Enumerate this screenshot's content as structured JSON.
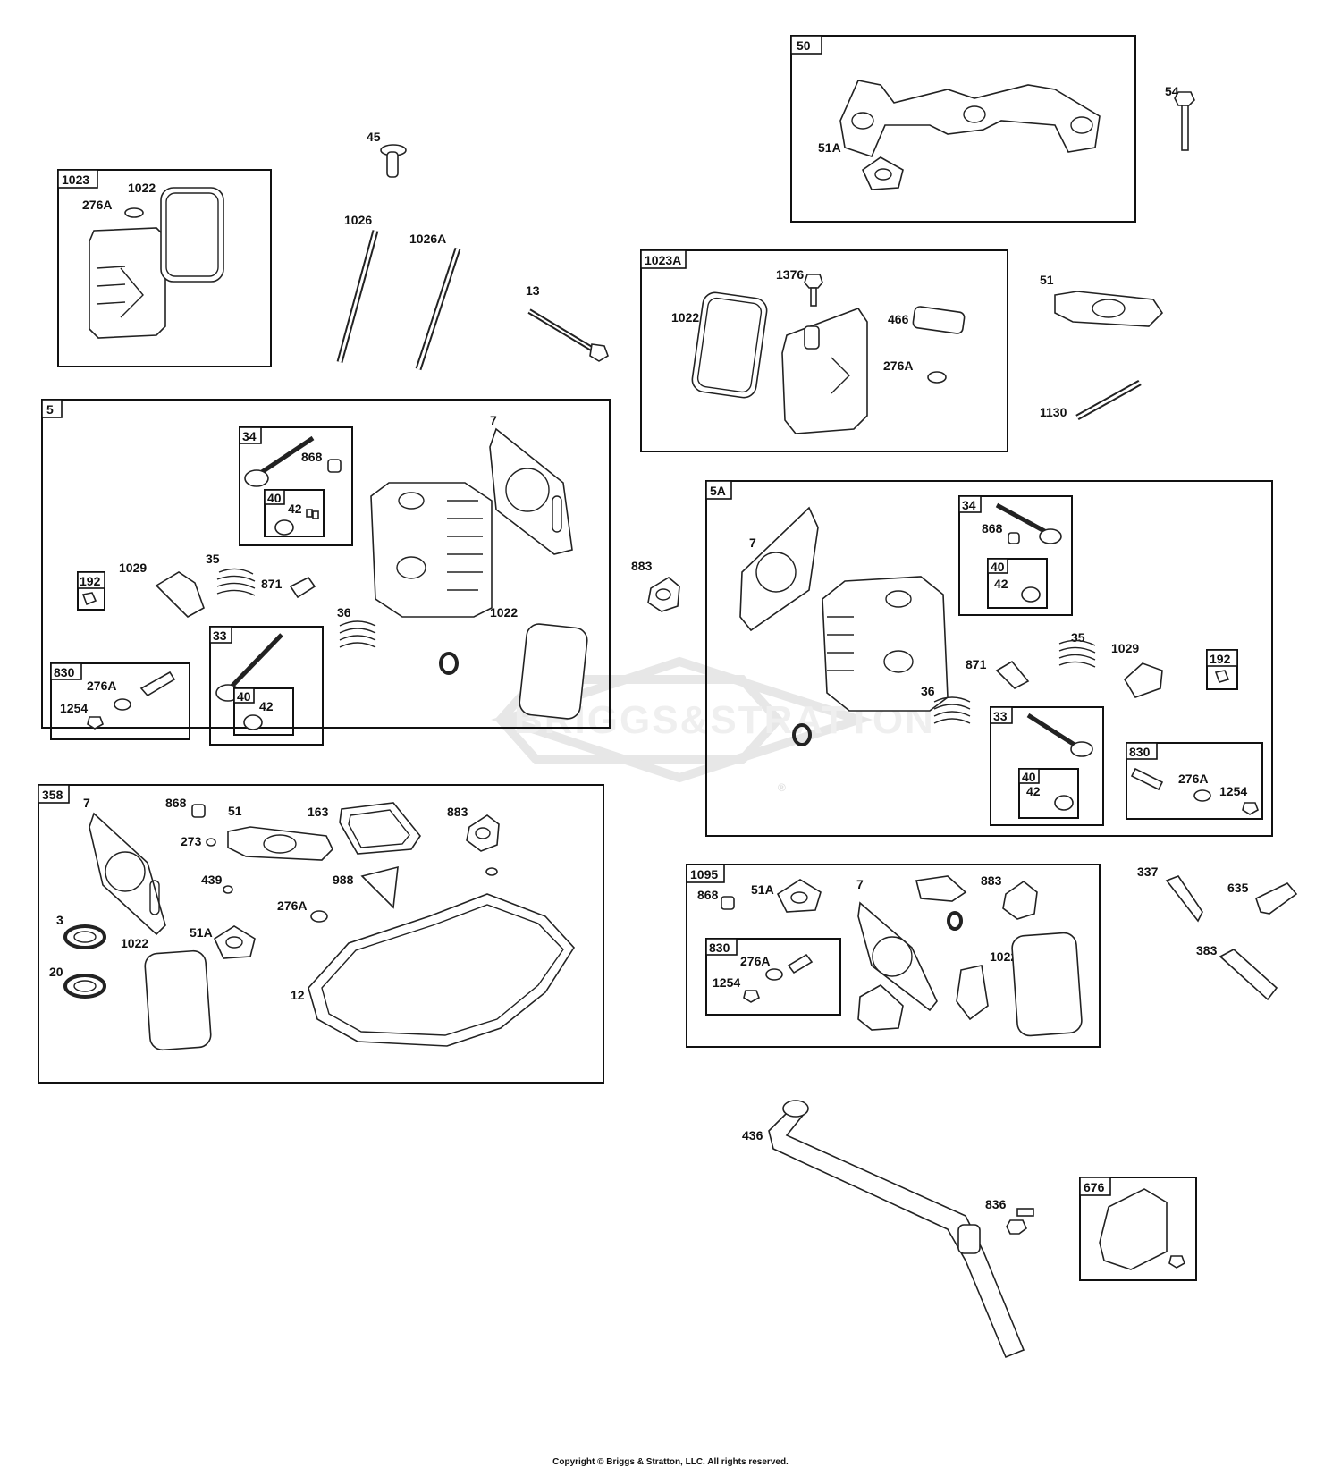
{
  "watermark": {
    "brand": "BRIGGS&STRATTON",
    "registered": "®"
  },
  "copyright": "Copyright © Briggs & Stratton, LLC. All rights reserved.",
  "groups": {
    "g1023": "1023",
    "g50": "50",
    "g1023A": "1023A",
    "g5": "5",
    "g34a": "34",
    "g40a": "40",
    "g192a": "192",
    "g33a": "33",
    "g40b": "40",
    "g830a": "830",
    "g5A": "5A",
    "g34b": "34",
    "g40c": "40",
    "g192b": "192",
    "g33b": "33",
    "g40d": "40",
    "g830b": "830",
    "g358": "358",
    "g1095": "1095",
    "g830c": "830",
    "g676": "676"
  },
  "labels": {
    "l1022a": "1022",
    "l276Aa": "276A",
    "l45": "45",
    "l1026": "1026",
    "l1026A": "1026A",
    "l13": "13",
    "l51Aa": "51A",
    "l54": "54",
    "l1376": "1376",
    "l1022b": "1022",
    "l466": "466",
    "l276Ab": "276A",
    "l51a": "51",
    "l1130": "1130",
    "l7a": "7",
    "l868a": "868",
    "l42a": "42",
    "l1029a": "1029",
    "l35a": "35",
    "l871a": "871",
    "l36a": "36",
    "l1022c": "1022",
    "l276Ac": "276A",
    "l1254a": "1254",
    "l42b": "42",
    "l883a": "883",
    "l7b": "7",
    "l868b": "868",
    "l42c": "42",
    "l35b": "35",
    "l1029b": "1029",
    "l871b": "871",
    "l36b": "36",
    "l42d": "42",
    "l276Ad": "276A",
    "l1254b": "1254",
    "l7c": "7",
    "l868c": "868",
    "l51b": "51",
    "l163": "163",
    "l883b": "883",
    "l273": "273",
    "l439": "439",
    "l988": "988",
    "l276Ae": "276A",
    "l3": "3",
    "l1022d": "1022",
    "l51Ab": "51A",
    "l20": "20",
    "l12": "12",
    "l868d": "868",
    "l51Ac": "51A",
    "l7d": "7",
    "l883c": "883",
    "l276Af": "276A",
    "l1254c": "1254",
    "l1022e": "1022",
    "l337": "337",
    "l635": "635",
    "l383": "383",
    "l436": "436",
    "l836": "836"
  }
}
